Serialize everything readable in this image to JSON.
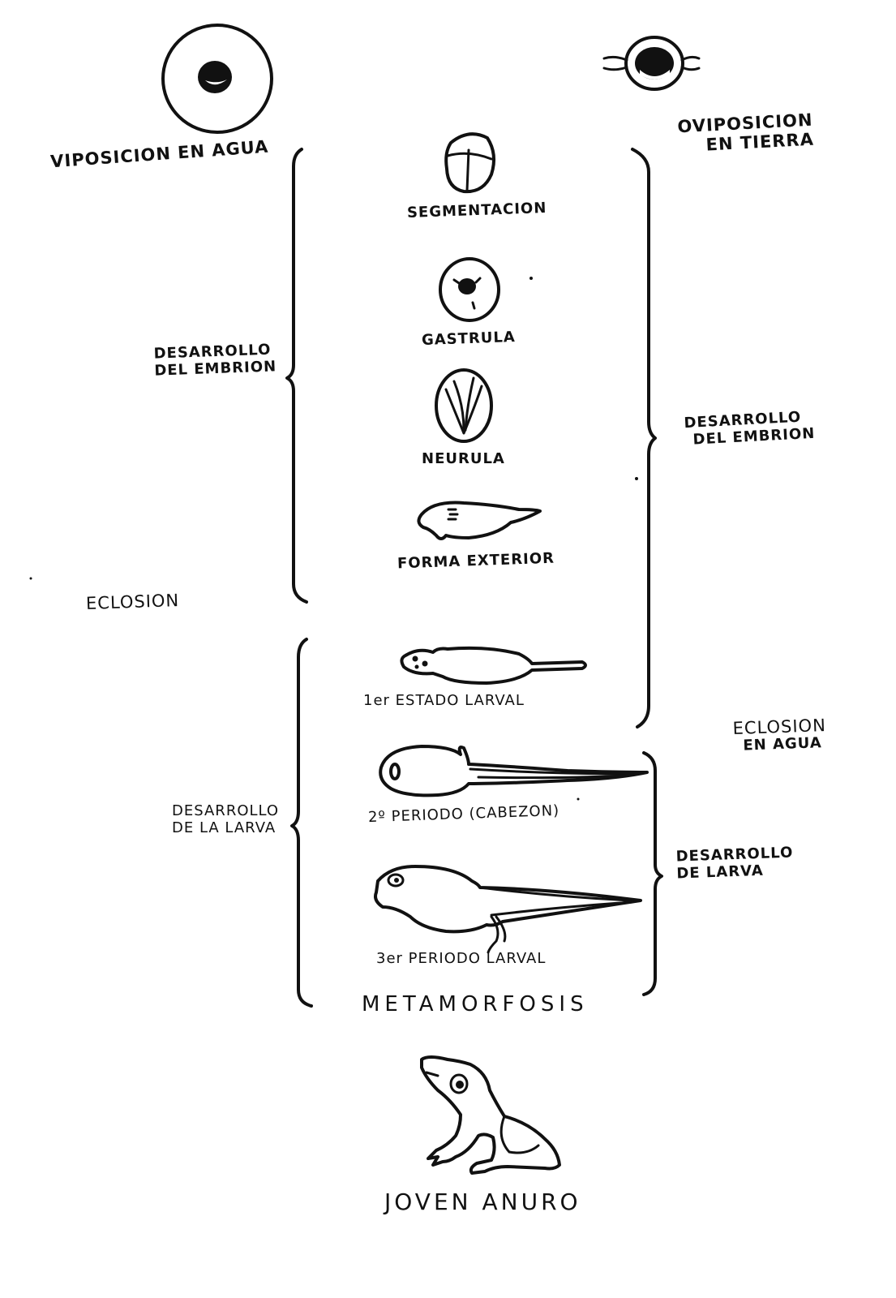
{
  "labels": {
    "oviposition_water": "VIPOSICION EN AGUA",
    "oviposition_land_line1": "OVIPOSICION",
    "oviposition_land_line2": "EN TIERRA",
    "segmentation": "SEGMENTACION",
    "gastrula": "GASTRULA",
    "neurula": "NEURULA",
    "external_form": "FORMA EXTERIOR",
    "embryo_dev_left_line1": "DESARROLLO",
    "embryo_dev_left_line2": "DEL EMBRION",
    "embryo_dev_right_line1": "DESARROLLO",
    "embryo_dev_right_line2": "DEL EMBRION",
    "hatching": "ECLOSION",
    "first_larval_stage": "1er ESTADO LARVAL",
    "hatching_water_line1": "ECLOSION",
    "hatching_water_line2": "EN AGUA",
    "second_period": "2º PERIODO (CABEZON)",
    "larva_dev_left_line1": "DESARROLLO",
    "larva_dev_left_line2": "DE LA LARVA",
    "larva_dev_right_line1": "DESARROLLO",
    "larva_dev_right_line2": "DE LARVA",
    "third_period": "3er PERIODO LARVAL",
    "metamorphosis": "METAMORFOSIS",
    "young_anuran": "JOVEN ANURO"
  }
}
